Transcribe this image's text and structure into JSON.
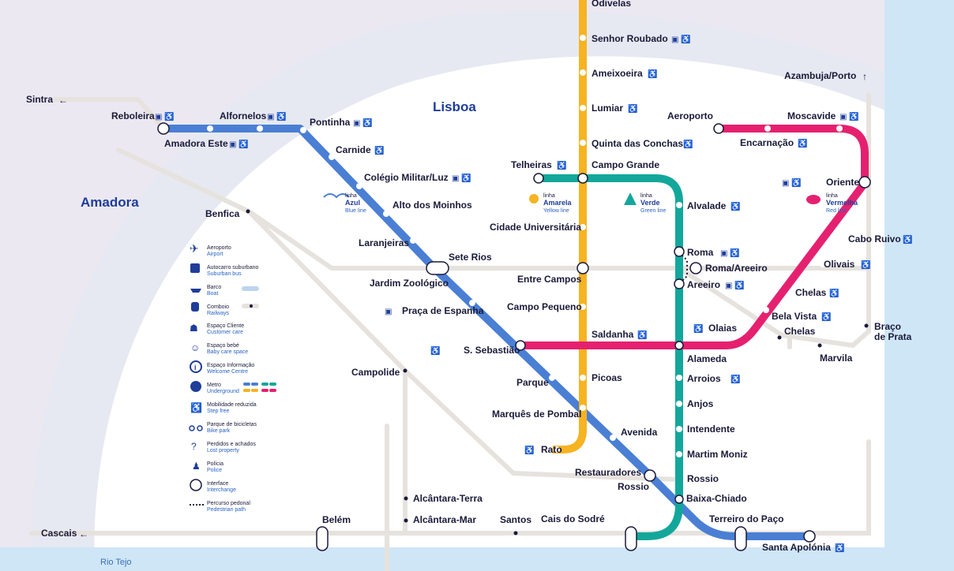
{
  "map": {
    "city_labels": {
      "lisboa": "Lisboa",
      "amadora": "Amadora",
      "rio_tejo": "Rio Tejo"
    },
    "destinations": {
      "sintra": "Sintra",
      "cascais": "Cascais",
      "azambuja": "Azambuja/Porto"
    },
    "colors": {
      "blue": "#4a7fd4",
      "yellow": "#f6b322",
      "green": "#13a79b",
      "red": "#e5216f",
      "rail": "#e6e2dd",
      "text": "#1a1a3a",
      "accent": "#1f3d99"
    },
    "lines": {
      "azul": {
        "pt": "linha",
        "name": "Azul",
        "en": "Blue line"
      },
      "amarela": {
        "pt": "linha",
        "name": "Amarela",
        "en": "Yellow line"
      },
      "verde": {
        "pt": "linha",
        "name": "Verde",
        "en": "Green line"
      },
      "vermelha": {
        "pt": "linha",
        "name": "Vermelha",
        "en": "Red line"
      }
    },
    "stations": {
      "reboleira": "Reboleira",
      "amadora_este": "Amadora Este",
      "alfornelos": "Alfornelos",
      "pontinha": "Pontinha",
      "carnide": "Carnide",
      "colegio_militar": "Colégio Militar/Luz",
      "alto_moinhos": "Alto dos Moinhos",
      "laranjeiras": "Laranjeiras",
      "jardim_zoologico": "Jardim Zoológico",
      "praca_espanha": "Praça de Espanha",
      "s_sebastiao": "S. Sebastião",
      "parque": "Parque",
      "marques_pombal": "Marquês de Pombal",
      "avenida": "Avenida",
      "restauradores": "Restauradores",
      "baixa_chiado": "Baixa-Chiado",
      "terreiro_paco": "Terreiro do Paço",
      "santa_apolonia": "Santa Apolónia",
      "odivelas": "Odivelas",
      "senhor_roubado": "Senhor Roubado",
      "ameixoeira": "Ameixoeira",
      "lumiar": "Lumiar",
      "quinta_conchas": "Quinta das Conchas",
      "campo_grande": "Campo Grande",
      "cidade_universitaria": "Cidade Universitária",
      "entre_campos": "Entre Campos",
      "campo_pequeno": "Campo Pequeno",
      "saldanha": "Saldanha",
      "picoas": "Picoas",
      "rato": "Rato",
      "telheiras": "Telheiras",
      "alvalade": "Alvalade",
      "roma": "Roma",
      "areeiro": "Areeiro",
      "alameda": "Alameda",
      "arroios": "Arroios",
      "anjos": "Anjos",
      "intendente": "Intendente",
      "martim_moniz": "Martim Moniz",
      "rossio": "Rossio",
      "cais_sodre": "Cais do Sodré",
      "aeroporto": "Aeroporto",
      "moscavide": "Moscavide",
      "encarnacao": "Encarnação",
      "oriente": "Oriente",
      "cabo_ruivo": "Cabo Ruivo",
      "olivais": "Olivais",
      "chelas": "Chelas",
      "bela_vista": "Bela Vista",
      "olaias": "Olaias"
    },
    "rail_stations": {
      "benfica": "Benfica",
      "sete_rios": "Sete Rios",
      "campolide": "Campolide",
      "roma_areeiro": "Roma/Areeiro",
      "chelas_rail": "Chelas",
      "marvila": "Marvila",
      "braco": "Braço",
      "de_prata": "de Prata",
      "alcantara_terra": "Alcântara-Terra",
      "alcantara_mar": "Alcântara-Mar",
      "belem": "Belém",
      "santos": "Santos"
    },
    "legend": [
      {
        "pt": "Aeroporto",
        "en": "Airport",
        "icon": "plane-icon"
      },
      {
        "pt": "Autocarro suburbano",
        "en": "Suburban bus",
        "icon": "bus-icon"
      },
      {
        "pt": "Barco",
        "en": "Boat",
        "icon": "boat-icon"
      },
      {
        "pt": "Comboio",
        "en": "Railways",
        "icon": "train-icon"
      },
      {
        "pt": "Espaço Cliente",
        "en": "Customer care",
        "icon": "customer-care-icon"
      },
      {
        "pt": "Espaço bebé",
        "en": "Baby care space",
        "icon": "baby-icon"
      },
      {
        "pt": "Espaço Informação",
        "en": "Welcome Centre",
        "icon": "info-icon"
      },
      {
        "pt": "Metro",
        "en": "Underground",
        "icon": "metro-icon"
      },
      {
        "pt": "Mobilidade reduzida",
        "en": "Step free",
        "icon": "wheelchair-icon"
      },
      {
        "pt": "Parque de bicicletas",
        "en": "Bike park",
        "icon": "bike-icon"
      },
      {
        "pt": "Perdidos e achados",
        "en": "Lost property",
        "icon": "lost-property-icon"
      },
      {
        "pt": "Polícia",
        "en": "Police",
        "icon": "police-icon"
      },
      {
        "pt": "Interface",
        "en": "Interchange",
        "icon": "interchange-icon"
      },
      {
        "pt": "Percurso pedonal",
        "en": "Pedestrian path",
        "icon": "pedestrian-path-icon"
      }
    ]
  }
}
